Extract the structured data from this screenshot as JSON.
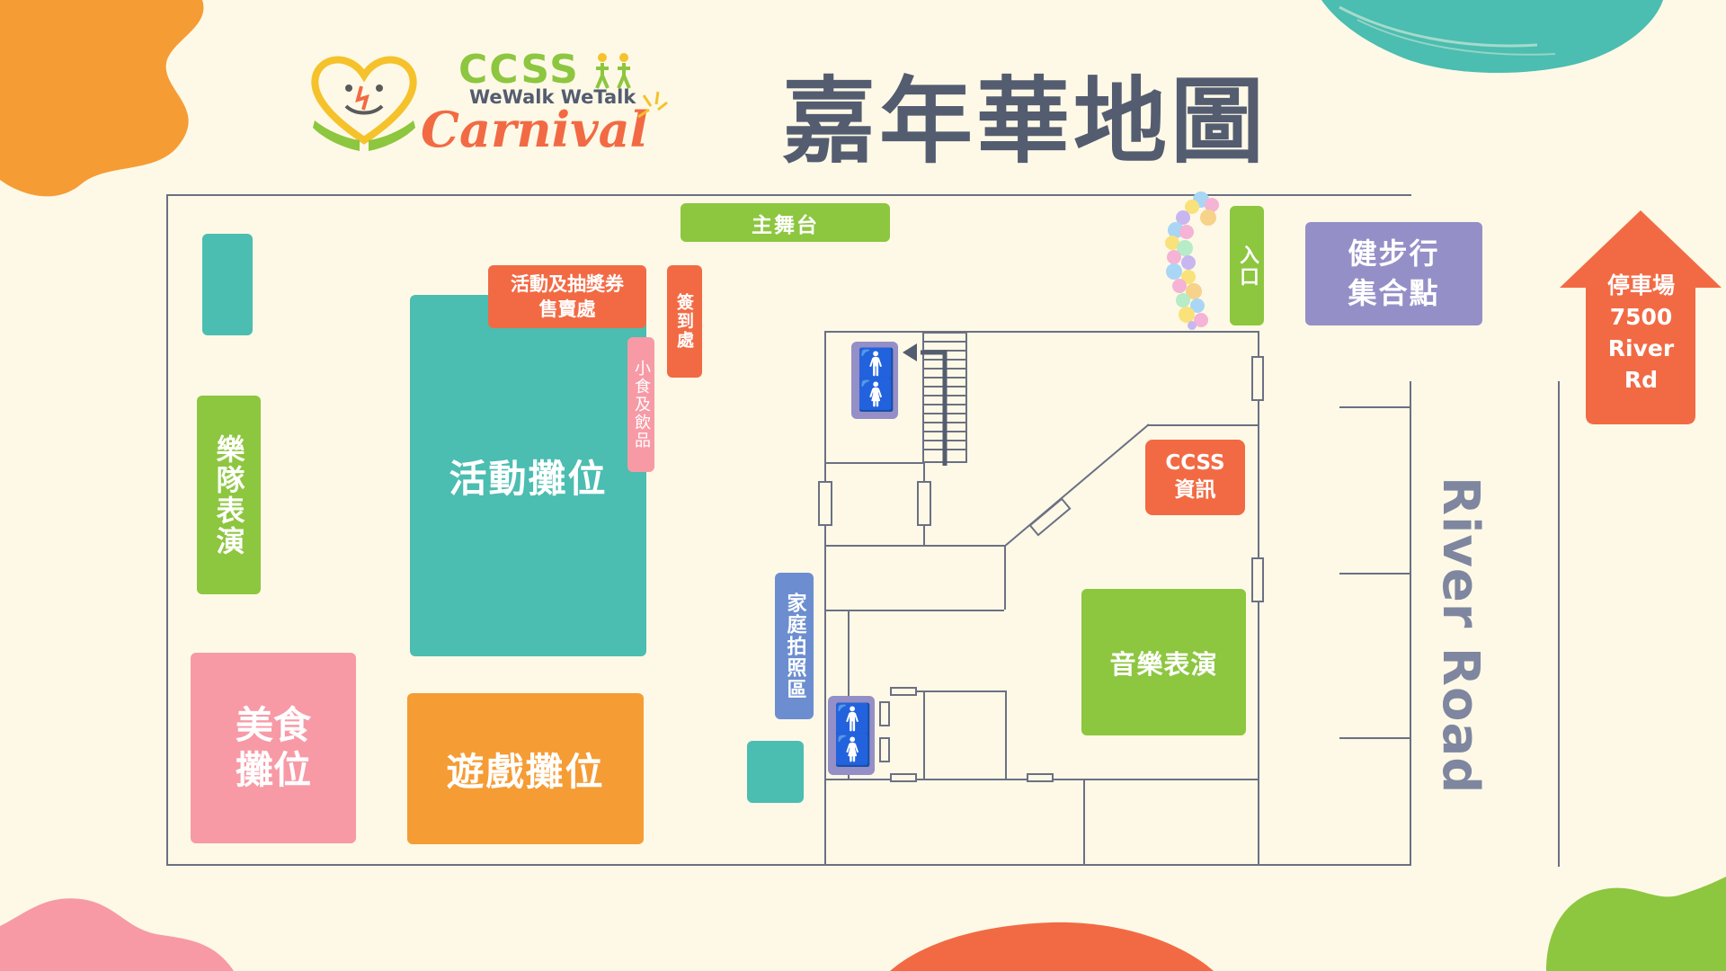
{
  "header": {
    "logo": {
      "brand": "CCSS",
      "tagline": "WeWalk WeTalk",
      "event": "Carnival"
    },
    "title": "嘉年華地圖"
  },
  "map": {
    "zones": {
      "main_stage": "主舞台",
      "ticket_booth": "活動及抽獎券\n售賣處",
      "check_in": "簽到處",
      "snacks": "小食及飲品",
      "activity_booths": "活動攤位",
      "band_performance": "樂隊表演",
      "food_booths": "美食\n攤位",
      "game_booths": "遊戲攤位",
      "family_photo": "家庭拍照區",
      "ccss_info": "CCSS\n資訊",
      "music_performance": "音樂表演",
      "entrance": "入口",
      "walk_meeting_point": "健步行\n集合點"
    },
    "parking": "停車場\n7500\nRiver\nRd",
    "road_label": "River Road"
  },
  "colors": {
    "green": "#8dc63f",
    "teal": "#4bbdb1",
    "orange_red": "#f26a44",
    "pink": "#f79aa6",
    "orange": "#f59c35",
    "purple": "#958fc7",
    "blue": "#6c8ed0",
    "background": "#fdf9e6"
  },
  "icons": [
    "restroom-icon",
    "stairs-icon",
    "balloon-arch-icon",
    "up-arrow-icon",
    "heart-logo-icon",
    "walking-people-icon"
  ]
}
